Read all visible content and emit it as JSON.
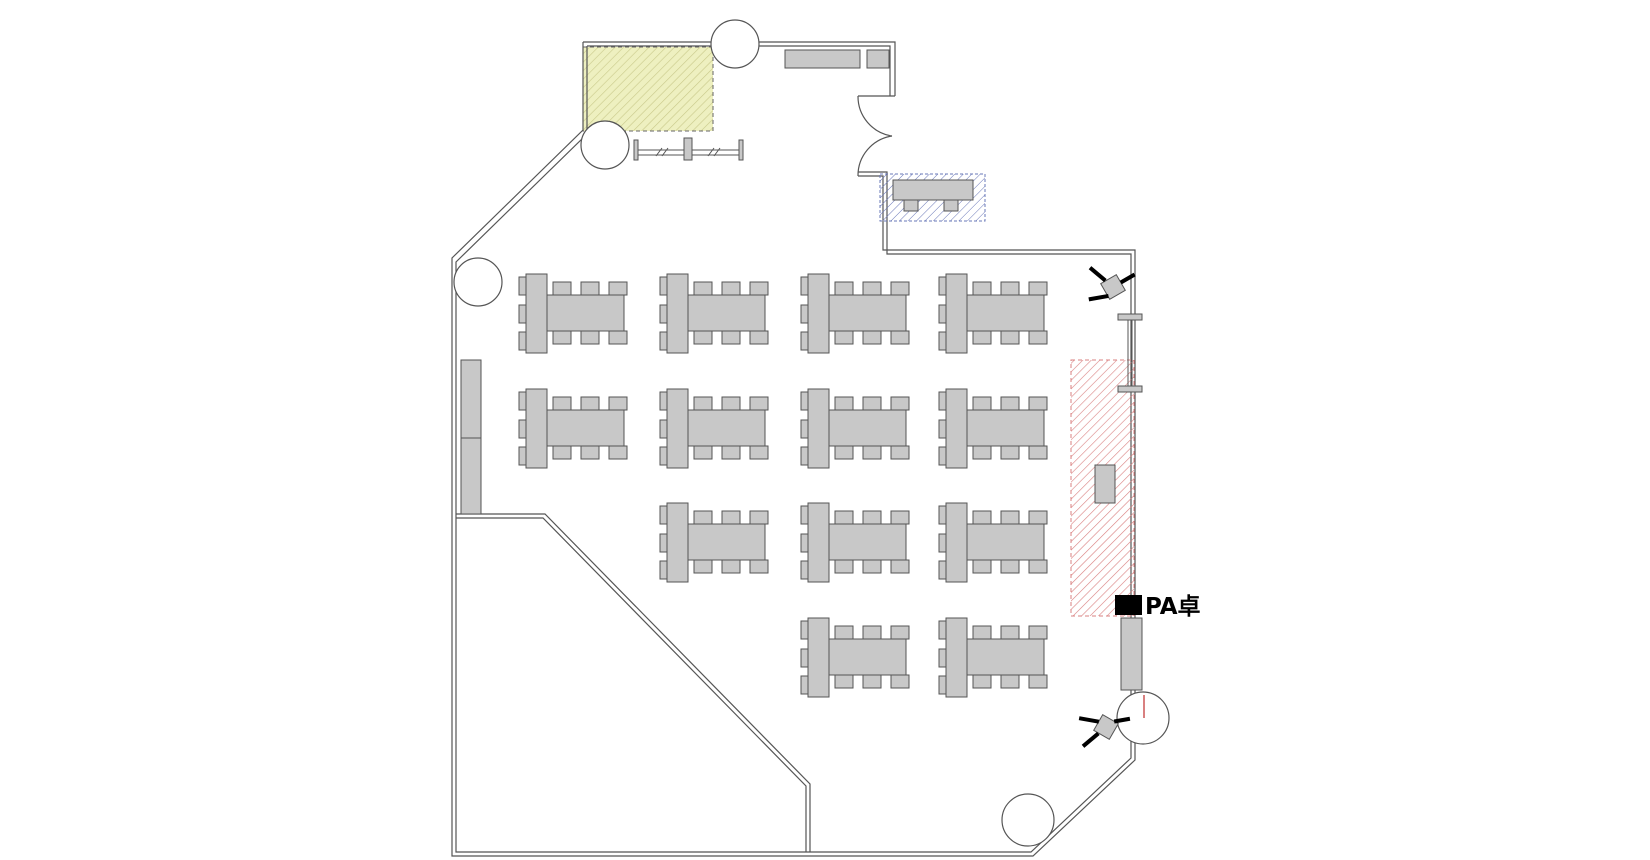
{
  "labels": {
    "pa_desk": "PA卓"
  },
  "colors": {
    "wall": "#555555",
    "table_fill": "#c8c8c8",
    "table_stroke": "#555555",
    "stage_hatch": "#d98080",
    "yellow_area": "#e8ebb0",
    "blue_hatch": "#6a78b8",
    "pa_desk": "#000000"
  },
  "layout": {
    "table_rows": [
      4,
      4,
      3,
      2
    ],
    "seats_per_table": 6
  }
}
